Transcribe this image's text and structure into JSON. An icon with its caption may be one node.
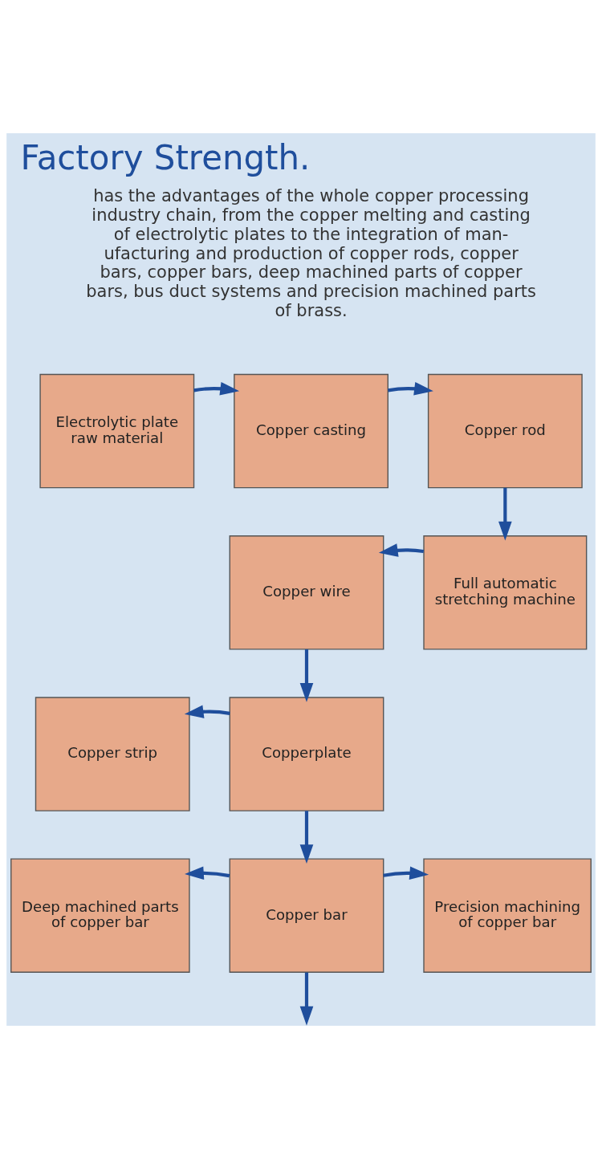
{
  "diagram": {
    "title": "Factory Strength.",
    "nodes": [
      {
        "text": [
          "Electrolytic plate raw material"
        ]
      },
      {
        "text": [
          "Copper casting"
        ]
      },
      {
        "text": [
          "Copper rod"
        ]
      },
      {
        "text": [
          "Copper wire"
        ]
      },
      {
        "text": [
          "Full automatic stretching machine"
        ]
      },
      {
        "text": [
          "Copper strip"
        ]
      },
      {
        "text": [
          "Copperplate"
        ]
      },
      {
        "text": [
          "Deep machined parts of copper bar"
        ]
      },
      {
        "text": [
          "Copper bar"
        ]
      },
      {
        "text": [
          "Precision machining of copper bar"
        ]
      }
    ],
    "edges": [
      {
        "from": 0,
        "to": 1,
        "arrow": "to"
      },
      {
        "from": 1,
        "to": 2,
        "arrow": "to"
      },
      {
        "from": 2,
        "to": 4,
        "arrow": "to"
      },
      {
        "from": 4,
        "to": 3,
        "arrow": "to"
      },
      {
        "from": 3,
        "to": 6,
        "arrow": "to"
      },
      {
        "from": 6,
        "to": 5,
        "arrow": "to"
      },
      {
        "from": 6,
        "to": 8,
        "arrow": "to"
      },
      {
        "from": 8,
        "to": 7,
        "arrow": "to"
      },
      {
        "from": 8,
        "to": 9,
        "arrow": "to"
      },
      {
        "from": 8,
        "to": null,
        "arrow": "to"
      }
    ],
    "labels": [
      "has the advantages of the whole copper processing industry chain, from the copper melting and casting of electrolytic plates to the integration of man-ufacturing and production of copper rods, copper bars, copper bars, deep machined parts of copper bars, bus duct systems and precision machined parts of brass."
    ]
  }
}
